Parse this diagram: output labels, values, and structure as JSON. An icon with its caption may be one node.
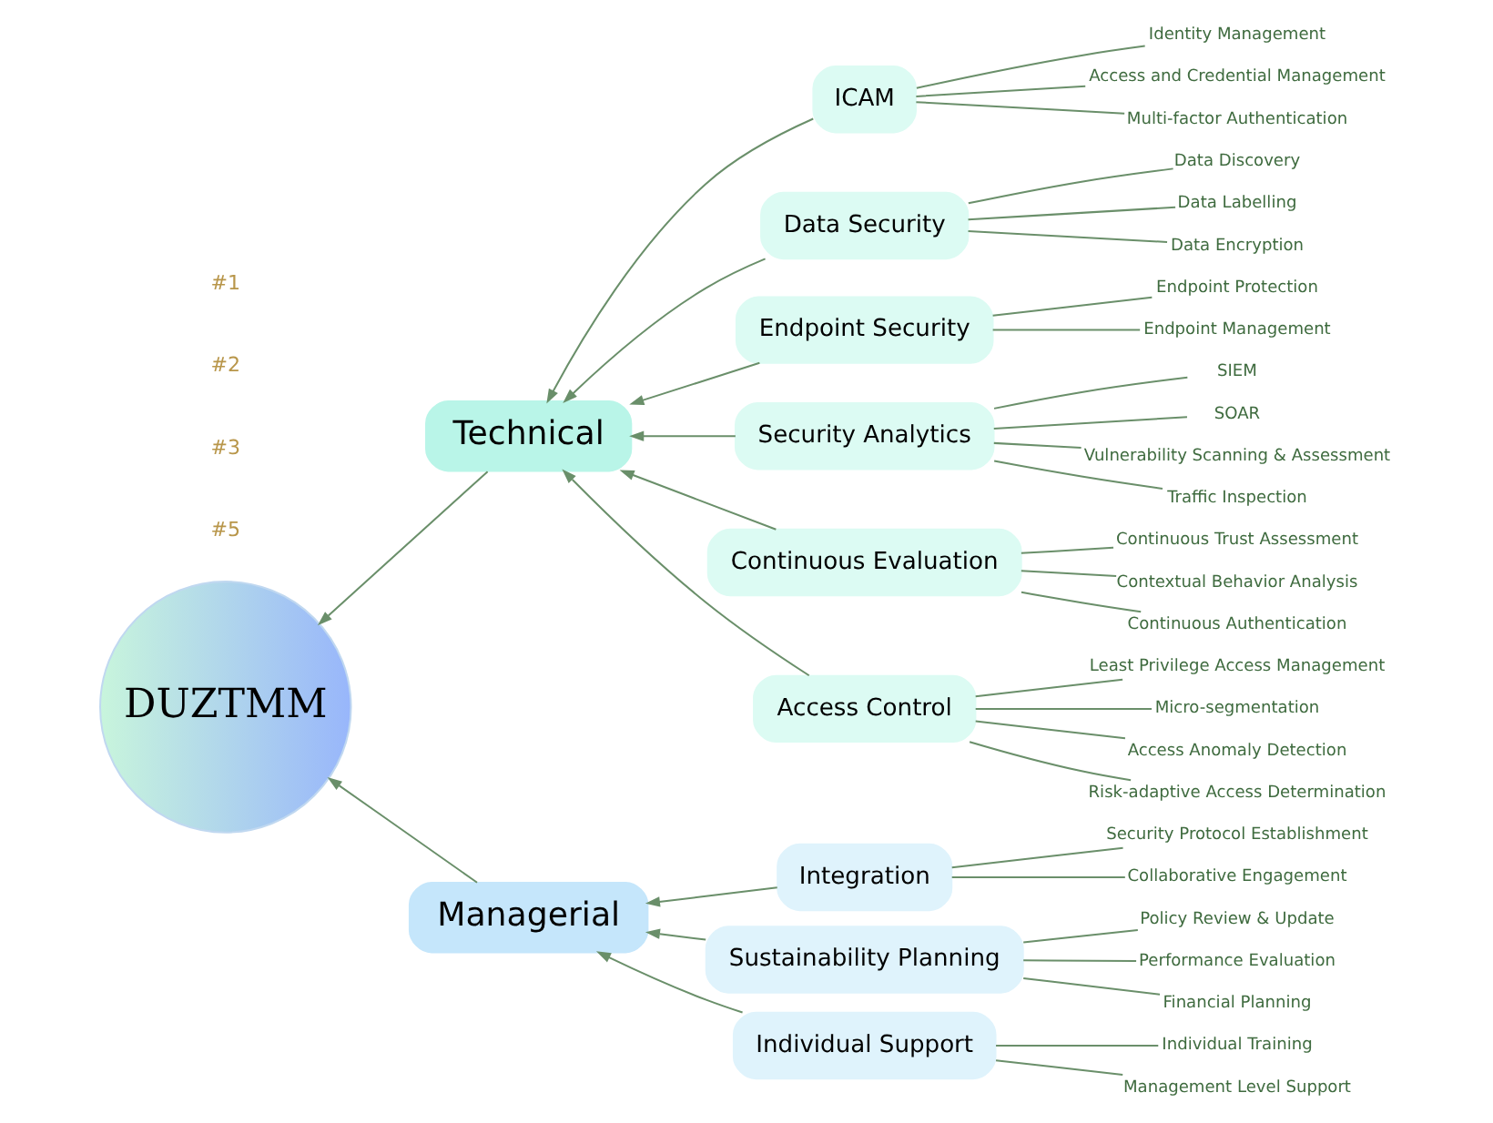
{
  "diagram": {
    "nodes": [
      {
        "text": [
          "DUZTMM"
        ]
      },
      {
        "text": [
          "Technical"
        ]
      },
      {
        "text": [
          "ICAM"
        ]
      },
      {
        "text": [
          "Identity Management"
        ]
      },
      {
        "text": [
          "Access and Credential Management"
        ]
      },
      {
        "text": [
          "Multi-factor Authentication"
        ]
      },
      {
        "text": [
          "Data Security"
        ]
      },
      {
        "text": [
          "Data Discovery"
        ]
      },
      {
        "text": [
          "Data Labelling"
        ]
      },
      {
        "text": [
          "Data Encryption"
        ]
      },
      {
        "text": [
          "Endpoint Security"
        ]
      },
      {
        "text": [
          "Endpoint Protection"
        ]
      },
      {
        "text": [
          "Endpoint Management"
        ]
      },
      {
        "text": [
          "Security Analytics"
        ]
      },
      {
        "text": [
          "SIEM"
        ]
      },
      {
        "text": [
          "SOAR"
        ]
      },
      {
        "text": [
          "Vulnerability Scanning & Assessment"
        ]
      },
      {
        "text": [
          "Traffic Inspection"
        ]
      },
      {
        "text": [
          "Continuous Evaluation"
        ]
      },
      {
        "text": [
          "Continuous Trust Assessment"
        ]
      },
      {
        "text": [
          "Contextual Behavior Analysis"
        ]
      },
      {
        "text": [
          "Continuous Authentication"
        ]
      },
      {
        "text": [
          "Access Control"
        ]
      },
      {
        "text": [
          "Least Privilege Access Management"
        ]
      },
      {
        "text": [
          "Micro-segmentation"
        ]
      },
      {
        "text": [
          "Access Anomaly Detection"
        ]
      },
      {
        "text": [
          "Risk-adaptive Access Determination"
        ]
      },
      {
        "text": [
          "Managerial"
        ]
      },
      {
        "text": [
          "Integration"
        ]
      },
      {
        "text": [
          "Security Protocol Establishment"
        ]
      },
      {
        "text": [
          "Collaborative Engagement"
        ]
      },
      {
        "text": [
          "Sustainability Planning"
        ]
      },
      {
        "text": [
          "Policy Review & Update"
        ]
      },
      {
        "text": [
          "Performance Evaluation"
        ]
      },
      {
        "text": [
          "Financial Planning"
        ]
      },
      {
        "text": [
          "Individual Support"
        ]
      },
      {
        "text": [
          "Individual Training"
        ]
      },
      {
        "text": [
          "Management Level Support"
        ]
      }
    ],
    "edges": [
      {
        "from": 1,
        "to": 0,
        "arrow": "to"
      },
      {
        "from": 2,
        "to": 1,
        "arrow": "to"
      },
      {
        "from": 2,
        "to": 3,
        "arrow": "none"
      },
      {
        "from": 2,
        "to": 4,
        "arrow": "none"
      },
      {
        "from": 2,
        "to": 5,
        "arrow": "none"
      },
      {
        "from": 6,
        "to": 1,
        "arrow": "to"
      },
      {
        "from": 6,
        "to": 7,
        "arrow": "none"
      },
      {
        "from": 6,
        "to": 8,
        "arrow": "none"
      },
      {
        "from": 6,
        "to": 9,
        "arrow": "none"
      },
      {
        "from": 10,
        "to": 1,
        "arrow": "to"
      },
      {
        "from": 10,
        "to": 11,
        "arrow": "none"
      },
      {
        "from": 10,
        "to": 12,
        "arrow": "none"
      },
      {
        "from": 13,
        "to": 1,
        "arrow": "to"
      },
      {
        "from": 13,
        "to": 14,
        "arrow": "none"
      },
      {
        "from": 13,
        "to": 15,
        "arrow": "none"
      },
      {
        "from": 13,
        "to": 16,
        "arrow": "none"
      },
      {
        "from": 13,
        "to": 17,
        "arrow": "none"
      },
      {
        "from": 18,
        "to": 1,
        "arrow": "to"
      },
      {
        "from": 18,
        "to": 19,
        "arrow": "none"
      },
      {
        "from": 18,
        "to": 20,
        "arrow": "none"
      },
      {
        "from": 18,
        "to": 21,
        "arrow": "none"
      },
      {
        "from": 22,
        "to": 1,
        "arrow": "to"
      },
      {
        "from": 22,
        "to": 23,
        "arrow": "none"
      },
      {
        "from": 22,
        "to": 24,
        "arrow": "none"
      },
      {
        "from": 22,
        "to": 25,
        "arrow": "none"
      },
      {
        "from": 22,
        "to": 26,
        "arrow": "none"
      },
      {
        "from": 27,
        "to": 0,
        "arrow": "to"
      },
      {
        "from": 28,
        "to": 27,
        "arrow": "to"
      },
      {
        "from": 28,
        "to": 29,
        "arrow": "none"
      },
      {
        "from": 28,
        "to": 30,
        "arrow": "none"
      },
      {
        "from": 31,
        "to": 27,
        "arrow": "to"
      },
      {
        "from": 31,
        "to": 32,
        "arrow": "none"
      },
      {
        "from": 31,
        "to": 33,
        "arrow": "none"
      },
      {
        "from": 31,
        "to": 34,
        "arrow": "none"
      },
      {
        "from": 35,
        "to": 27,
        "arrow": "to"
      },
      {
        "from": 35,
        "to": 36,
        "arrow": "none"
      },
      {
        "from": 35,
        "to": 37,
        "arrow": "none"
      }
    ],
    "labels": [
      "#1",
      "#2",
      "#3",
      "#5"
    ]
  }
}
